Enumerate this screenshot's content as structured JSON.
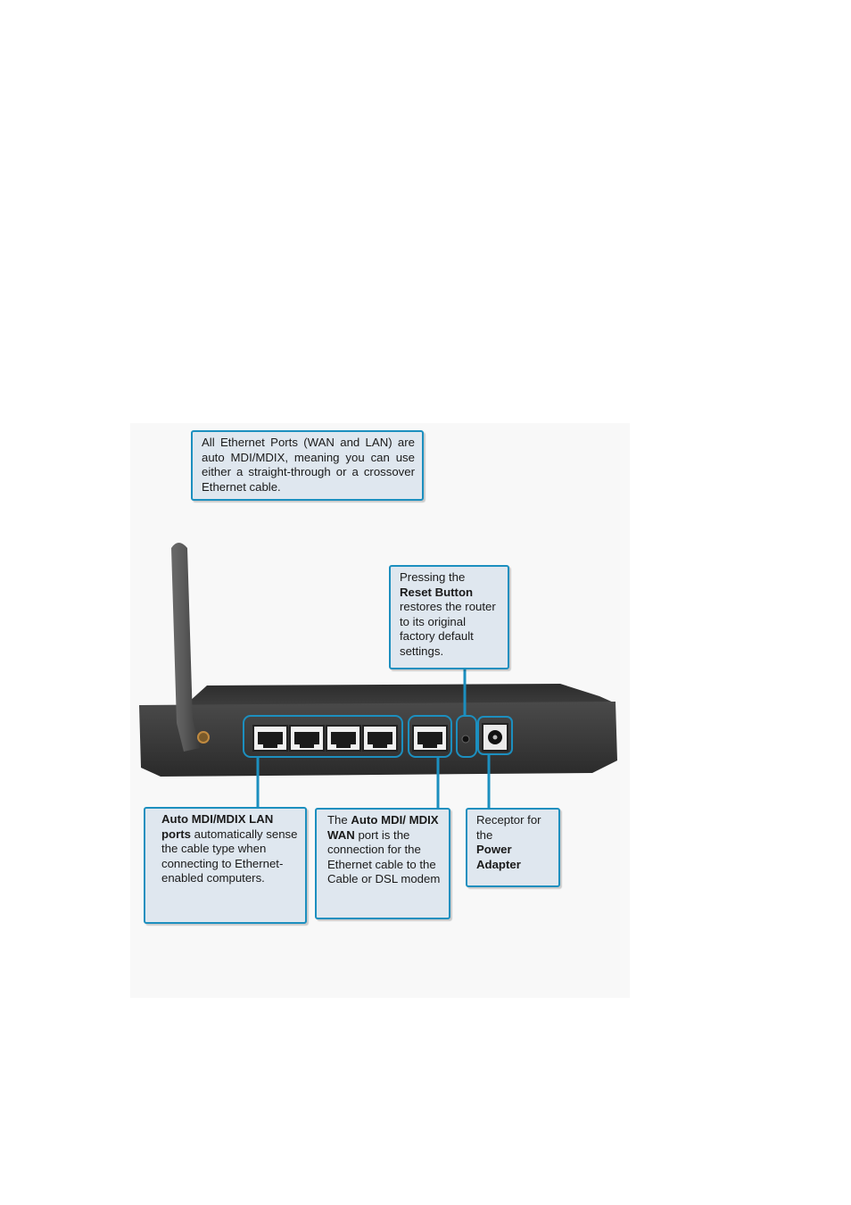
{
  "callouts": {
    "ethernet_ports": {
      "text": "All Ethernet Ports (WAN and LAN) are auto MDI/MDIX, meaning you can use either a straight-through or a crossover Ethernet cable."
    },
    "reset_button": {
      "pre": "Pressing the",
      "bold": "Reset Button",
      "post": "restores the router to its original factory default settings."
    },
    "lan_ports": {
      "bold": "Auto MDI/MDIX LAN ports",
      "post": "automatically sense the cable type when connecting to Ethernet-enabled computers."
    },
    "wan_port": {
      "pre": "The",
      "bold": "Auto MDI/ MDIX WAN",
      "post": "port is the connection for the Ethernet cable to the Cable or DSL modem"
    },
    "power": {
      "pre": "Receptor for the",
      "bold": "Power Adapter"
    }
  },
  "colors": {
    "callout_border": "#1c8fbf",
    "callout_fill": "#dfe7ef",
    "leader_line": "#1c8fbf",
    "router_body": "#3a3a3a"
  },
  "icons": [
    "antenna-icon",
    "ethernet-port-icon",
    "reset-hole-icon",
    "power-jack-icon"
  ]
}
